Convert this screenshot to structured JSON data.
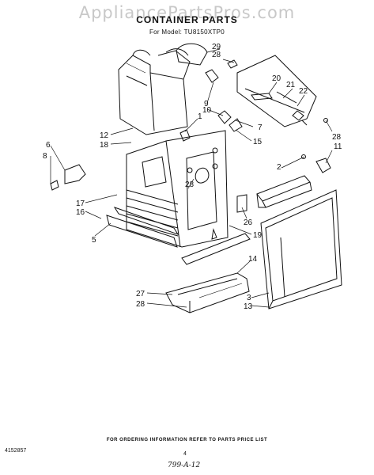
{
  "watermark": "AppliancePartsPros.com",
  "title": "CONTAINER PARTS",
  "subtitle": "For Model: TU8150XTP0",
  "callouts": {
    "c29": "29",
    "c28a": "28",
    "c9": "9",
    "c10": "10",
    "c20": "20",
    "c21": "21",
    "c22": "22",
    "c1": "1",
    "c7": "7",
    "c28b": "28",
    "c11": "11",
    "c12": "12",
    "c18": "18",
    "c15": "15",
    "c6": "6",
    "c8": "8",
    "c2": "2",
    "c28c": "28",
    "c17": "17",
    "c16": "16",
    "c26": "26",
    "c5": "5",
    "c19": "19",
    "c14": "14",
    "c27": "27",
    "c28d": "28",
    "c3": "3",
    "c13": "13"
  },
  "footer": "FOR ORDERING INFORMATION REFER TO PARTS PRICE LIST",
  "part_number": "4152857",
  "page_number": "4",
  "handwritten_note": "799-A-12"
}
